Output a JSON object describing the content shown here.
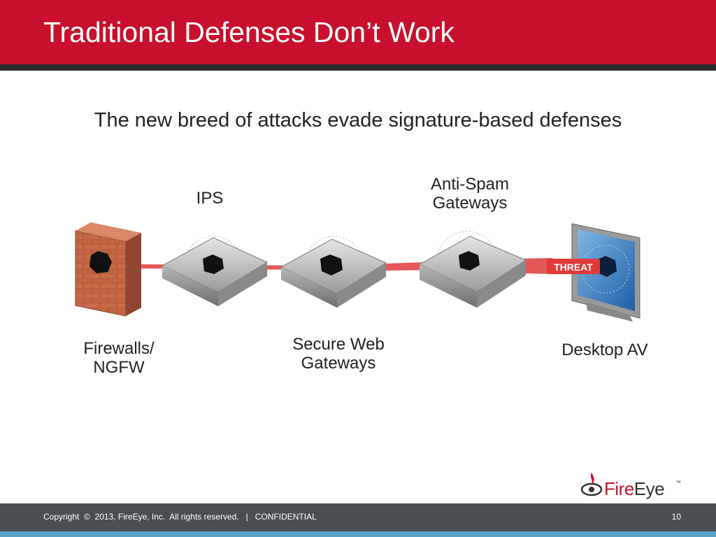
{
  "slide": {
    "title": "Traditional Defenses Don’t Work",
    "subtitle": "The new breed of attacks evade signature-based defenses"
  },
  "labels": {
    "ips": "IPS",
    "antispam_line1": "Anti-Spam",
    "antispam_line2": "Gateways",
    "firewall_line1": "Firewalls/",
    "firewall_line2": "NGFW",
    "swg_line1": "Secure Web",
    "swg_line2": "Gateways",
    "desktop_av": "Desktop AV",
    "threat": "THREAT"
  },
  "logo": {
    "text_red": "Fire",
    "text_dark": "Eye"
  },
  "footer": {
    "copyright": "Copyright  ©  2013, FireEye, Inc.  All rights reserved.   |   CONFIDENTIAL",
    "page_number": "10"
  },
  "colors": {
    "brand_red": "#c8102e",
    "footer_gray": "#4a4d52",
    "footer_stripe": "#5aa3c8"
  }
}
